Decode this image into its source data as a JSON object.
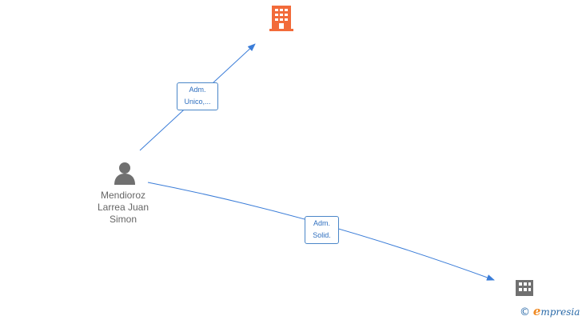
{
  "person": {
    "name_lines": [
      "Mendioroz",
      "Larrea Juan",
      "Simon"
    ]
  },
  "companies": [
    {
      "id": "company-top",
      "color": "#f26b3a"
    },
    {
      "id": "company-bottom-right",
      "color": "#707070"
    }
  ],
  "edges": [
    {
      "id": "edge-adm-unico",
      "label_lines": [
        "Adm.",
        "Unico,..."
      ]
    },
    {
      "id": "edge-adm-solid",
      "label_lines": [
        "Adm.",
        "Solid."
      ]
    }
  ],
  "colors": {
    "edge": "#3b7dd8",
    "person": "#707070"
  },
  "watermark": {
    "copyright": "©",
    "brand_first": "e",
    "brand_rest": "mpresia"
  }
}
